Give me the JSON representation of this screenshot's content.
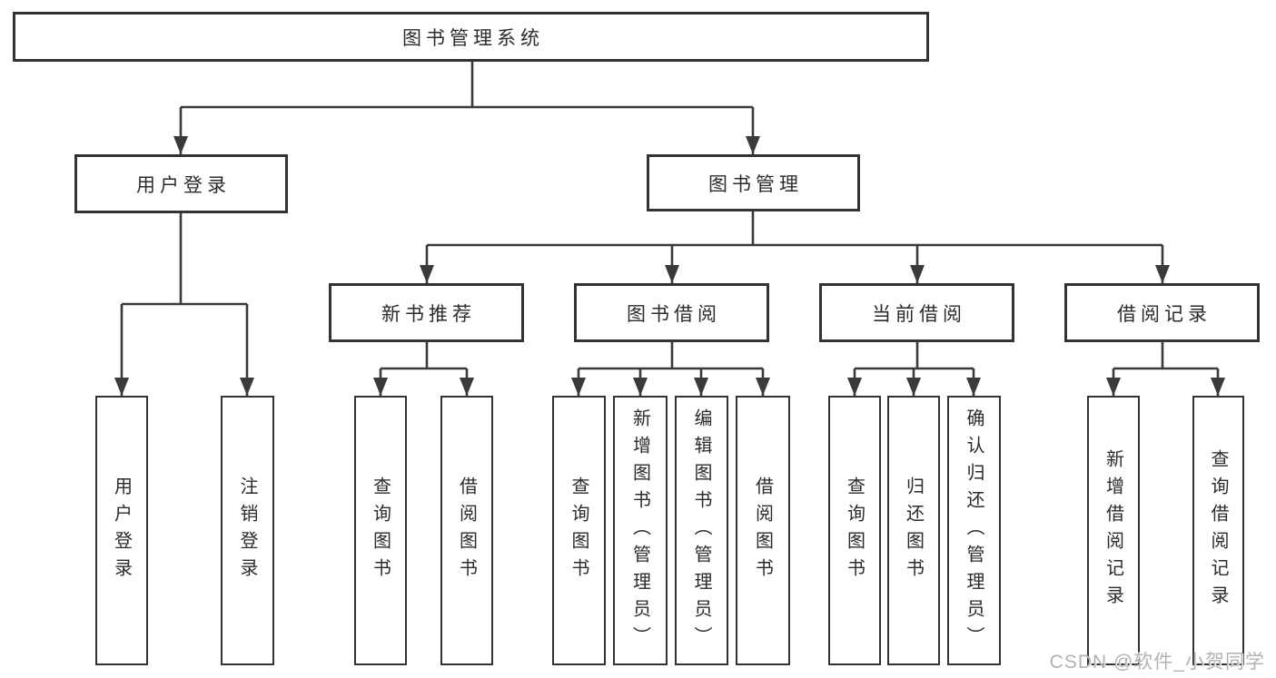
{
  "diagram": {
    "title": "图书管理系统",
    "type": "hierarchy-tree"
  },
  "colors": {
    "background": "#ffffff",
    "line": "#3a3a3a",
    "box_border": "#333333",
    "text": "#2b2b2b",
    "watermark": "#b2b2b2"
  },
  "nodes": {
    "root": {
      "label": "图书管理系统",
      "level": 1
    },
    "user_login": {
      "label": "用户登录",
      "level": 2
    },
    "book_mgmt": {
      "label": "图书管理",
      "level": 2
    },
    "new_book_rec": {
      "label": "新书推荐",
      "level": 3
    },
    "book_borrow": {
      "label": "图书借阅",
      "level": 3
    },
    "current_borrow": {
      "label": "当前借阅",
      "level": 3
    },
    "borrow_record": {
      "label": "借阅记录",
      "level": 3
    },
    "user_login_action": {
      "label": "用户登录",
      "level": 4
    },
    "logout_action": {
      "label": "注销登录",
      "level": 4
    },
    "query_book_rec": {
      "label": "查询图书",
      "level": 4
    },
    "borrow_book_rec": {
      "label": "借阅图书",
      "level": 4
    },
    "query_book_borrow": {
      "label": "查询图书",
      "level": 4
    },
    "add_book_admin": {
      "label": "新增图书（管理员）",
      "level": 4
    },
    "edit_book_admin": {
      "label": "编辑图书（管理员）",
      "level": 4
    },
    "borrow_book_borrow": {
      "label": "借阅图书",
      "level": 4
    },
    "query_book_current": {
      "label": "查询图书",
      "level": 4
    },
    "return_book": {
      "label": "归还图书",
      "level": 4
    },
    "confirm_return_admin": {
      "label": "确认归还（管理员）",
      "level": 4
    },
    "add_borrow_record": {
      "label": "新增借阅记录",
      "level": 4
    },
    "query_borrow_record": {
      "label": "查询借阅记录",
      "level": 4
    }
  },
  "watermark": {
    "text": "CSDN @软件_小贺同学"
  }
}
